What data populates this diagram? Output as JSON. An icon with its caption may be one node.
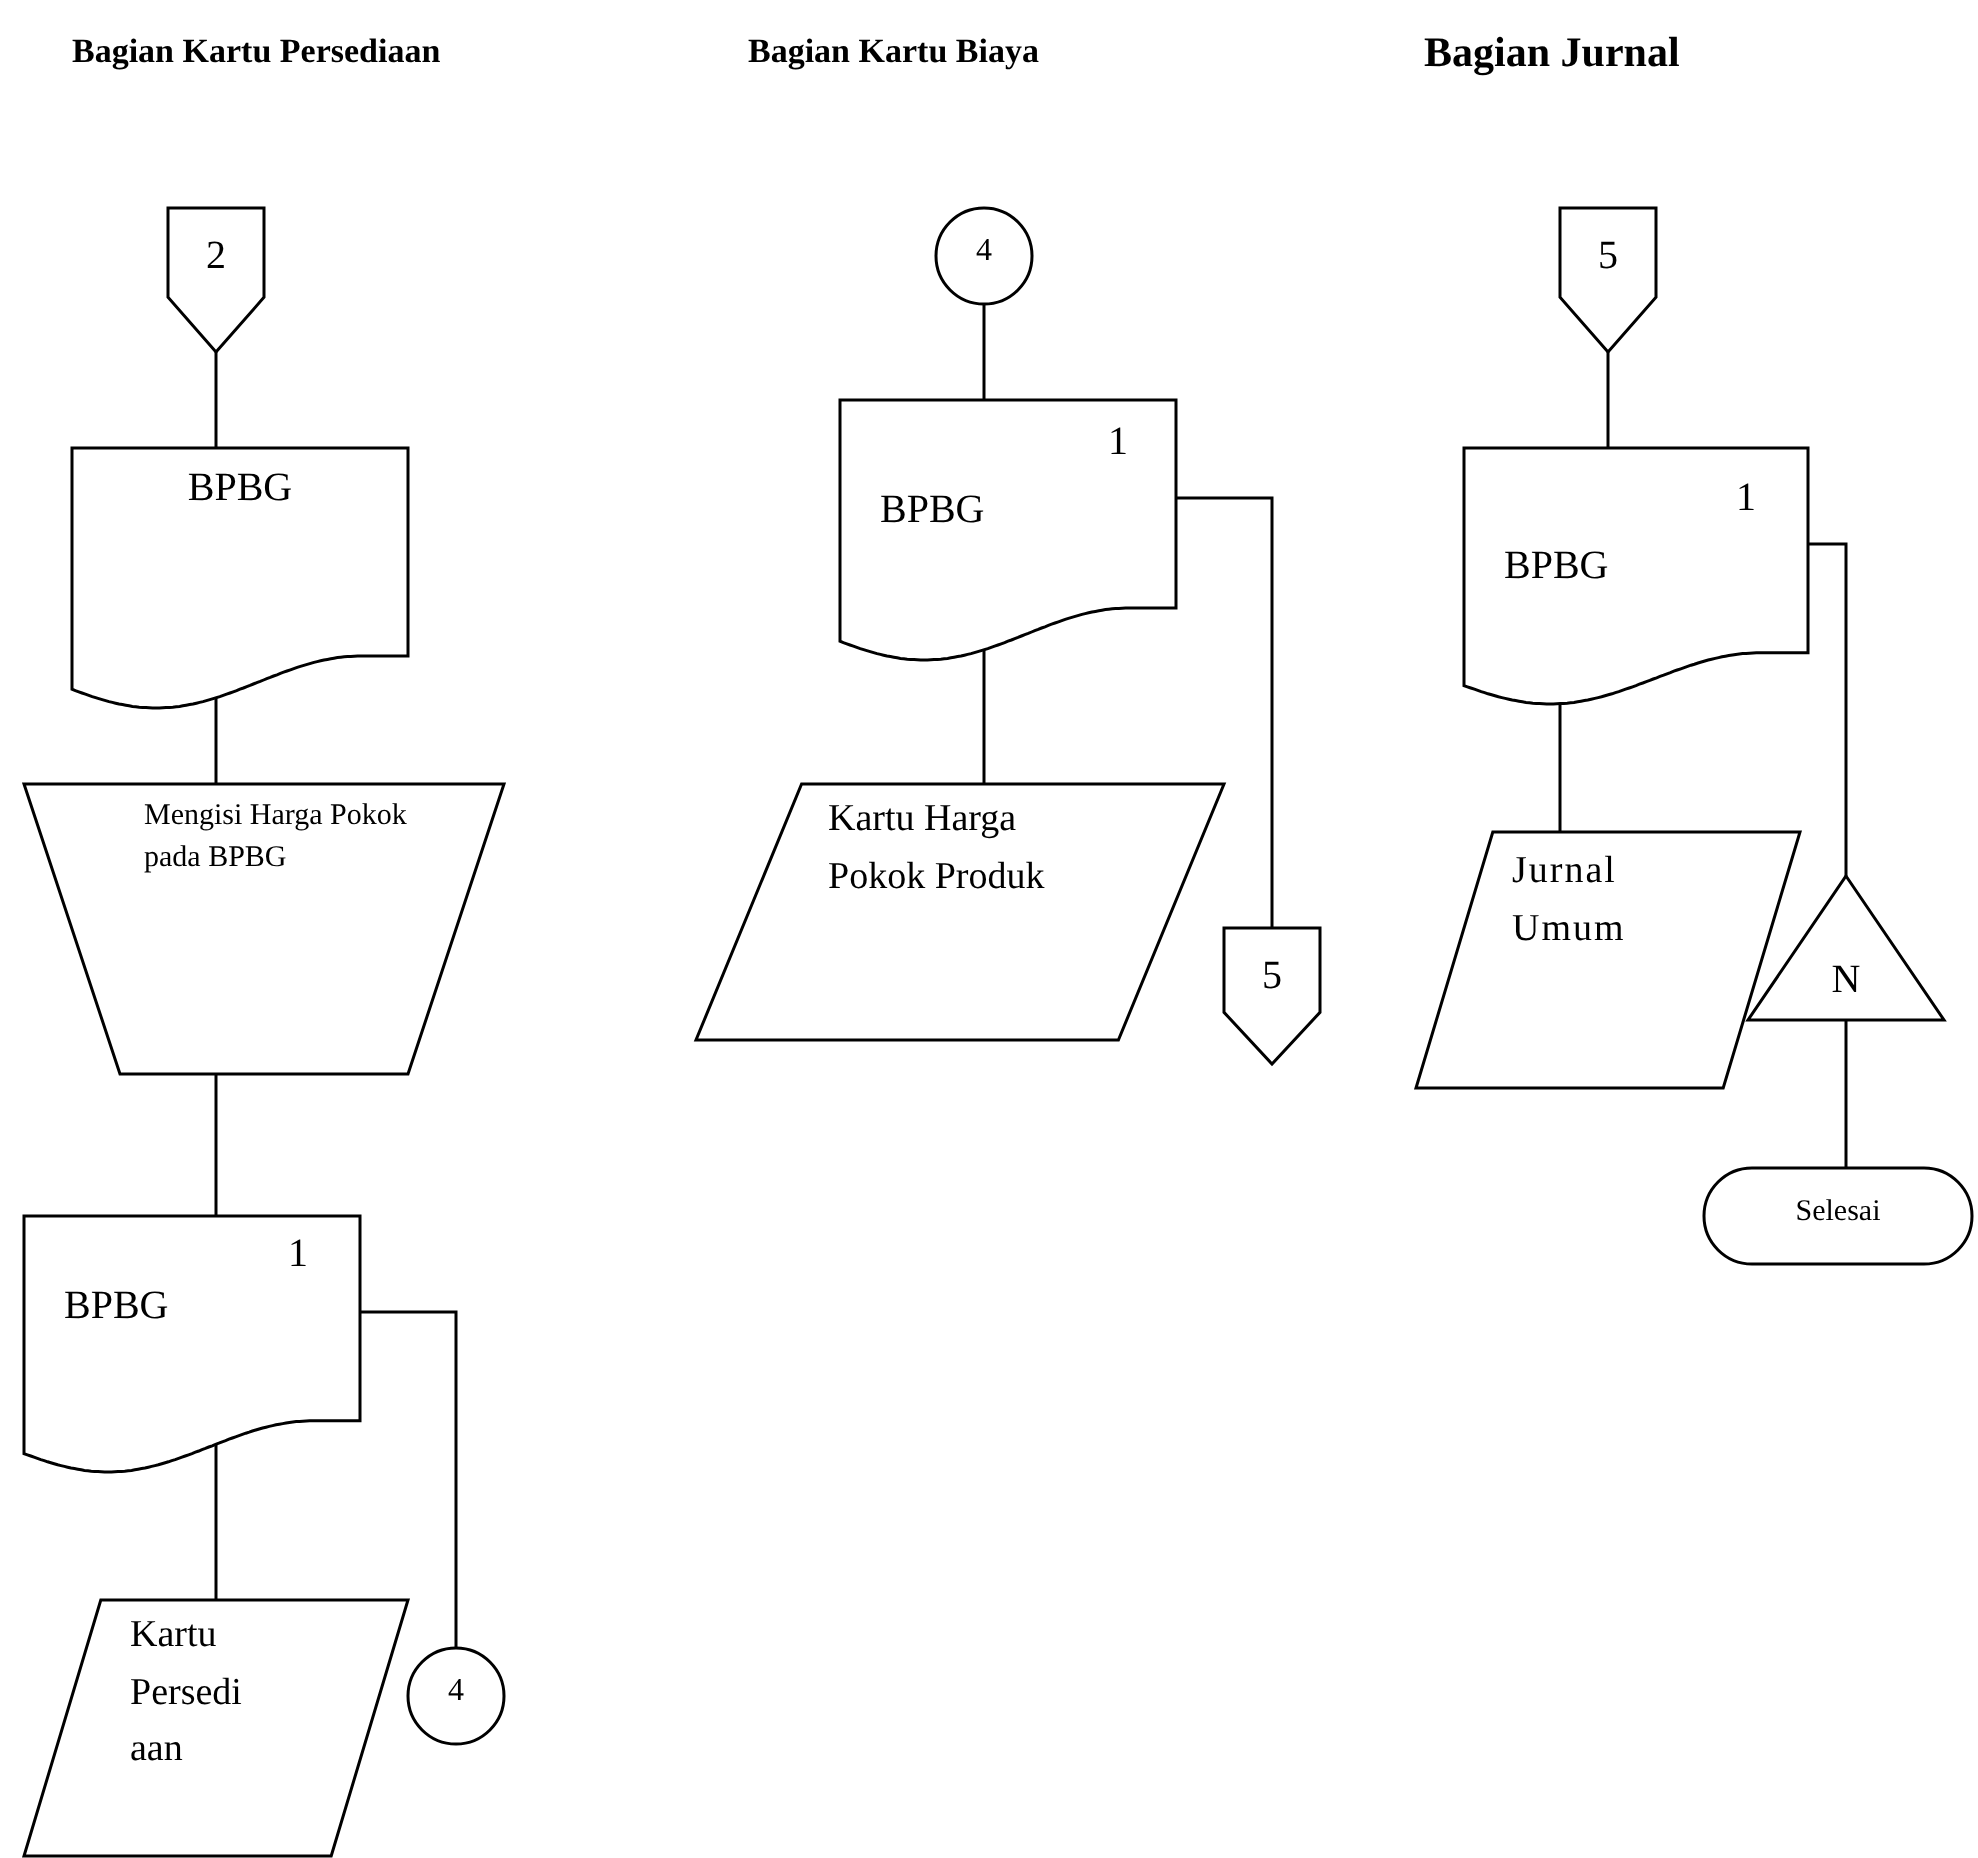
{
  "diagram": {
    "nodes": [
      {
        "text": [
          "2"
        ]
      },
      {
        "text": [
          "BPBG"
        ]
      },
      {
        "text": [
          "Mengisi Harga Pokok pada BPBG"
        ]
      },
      {
        "text": [
          "1",
          "BPBG"
        ]
      },
      {
        "text": [
          "Kartu Persedi aan"
        ]
      },
      {
        "text": [
          "4"
        ]
      },
      {
        "text": [
          "4"
        ]
      },
      {
        "text": [
          "1",
          "BPBG"
        ]
      },
      {
        "text": [
          "Kartu Harga Pokok Produk"
        ]
      },
      {
        "text": [
          "5"
        ]
      },
      {
        "text": [
          "5"
        ]
      },
      {
        "text": [
          "1",
          "BPBG"
        ]
      },
      {
        "text": [
          "Jurnal Umum"
        ]
      },
      {
        "text": [
          "N"
        ]
      },
      {
        "text": [
          "Selesai"
        ]
      }
    ],
    "edges": [
      {
        "from": 0,
        "to": 1,
        "arrow": "none"
      },
      {
        "from": 1,
        "to": 2,
        "arrow": "none"
      },
      {
        "from": 2,
        "to": 3,
        "arrow": "none"
      },
      {
        "from": 3,
        "to": 4,
        "arrow": "none"
      },
      {
        "from": 3,
        "to": 5,
        "arrow": "none"
      },
      {
        "from": 6,
        "to": 7,
        "arrow": "none"
      },
      {
        "from": 7,
        "to": 8,
        "arrow": "none"
      },
      {
        "from": 7,
        "to": 9,
        "arrow": "none"
      },
      {
        "from": 10,
        "to": 11,
        "arrow": "none"
      },
      {
        "from": 11,
        "to": 12,
        "arrow": "none"
      },
      {
        "from": 11,
        "to": 13,
        "arrow": "none"
      },
      {
        "from": 13,
        "to": 14,
        "arrow": "none"
      }
    ],
    "labels": [
      "Bagian Kartu Persediaan",
      "Bagian Kartu Biaya",
      "Bagian Jurnal"
    ]
  }
}
